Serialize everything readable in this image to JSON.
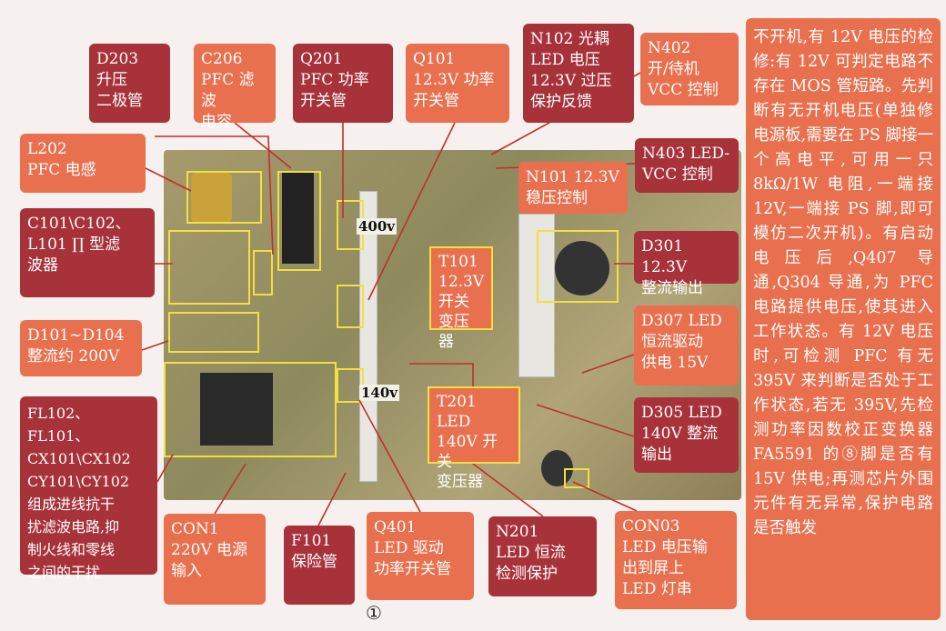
{
  "labels": {
    "d203": "D203\n升压\n二极管",
    "c206": "C206\nPFC 滤波\n电容",
    "q201": "Q201\nPFC 功率\n开关管",
    "q101": "Q101\n12.3V 功率\n开关管",
    "n102": "N102 光耦\nLED 电压\n12.3V 过压\n保护反馈",
    "n402": "N402\n开/待机\nVCC 控制",
    "l202": "L202\nPFC 电感",
    "c101": "C101\\C102、\nL101 ∏ 型滤\n波器",
    "d101": "D101~D104\n整流约 200V",
    "fl102": "FL102、FL101、\nCX101\\CX102\nCY101\\CY102\n组成进线抗干\n扰滤波电路,抑\n制火线和零线\n之间的干扰",
    "con1": "CON1\n220V 电源\n输入",
    "f101": "F101\n保险管",
    "q401": "Q401\nLED 驱动\n功率开关管",
    "n201": "N201\nLED 恒流\n检测保护",
    "con03": "CON03\nLED 电压输\n出到屏上\nLED 灯串",
    "n403": "N403 LED-\nVCC 控制",
    "n101": "N101 12.3V\n稳压控制",
    "d301": "D301 12.3V\n整流输出",
    "d307": "D307 LED\n恒流驱动\n供电 15V",
    "d305": "D305 LED\n140V 整流\n输出",
    "t101": "T101\n12.3V\n开关\n变压器",
    "t201": "T201 LED\n140V 开关\n变压器"
  },
  "board": {
    "v400": "400v",
    "v140": "140v"
  },
  "panel_text": "不开机,有 12V 电压的检修:有 12V 可判定电路不存在 MOS 管短路。先判断有无开机电压(单独修电源板,需要在 PS 脚接一个高电平,可用一只 8kΩ/1W 电阻,一端接 12V,一端接 PS 脚,即可模仿二次开机)。有启动电压后,Q407 导通,Q304 导通,为 PFC 电路提供电压,使其进入工作状态。有 12V 电压时,可检测 PFC 有无 395V 来判断是否处于工作状态,若无 395V,先检测功率因数校正变换器 FA5591 的⑧脚是否有 15V 供电;再测芯片外围元件有无异常,保护电路是否触发",
  "page_number": "①",
  "colors": {
    "dark": "#a8323a",
    "orange": "#e9704f",
    "highlight": "#f0e040"
  }
}
